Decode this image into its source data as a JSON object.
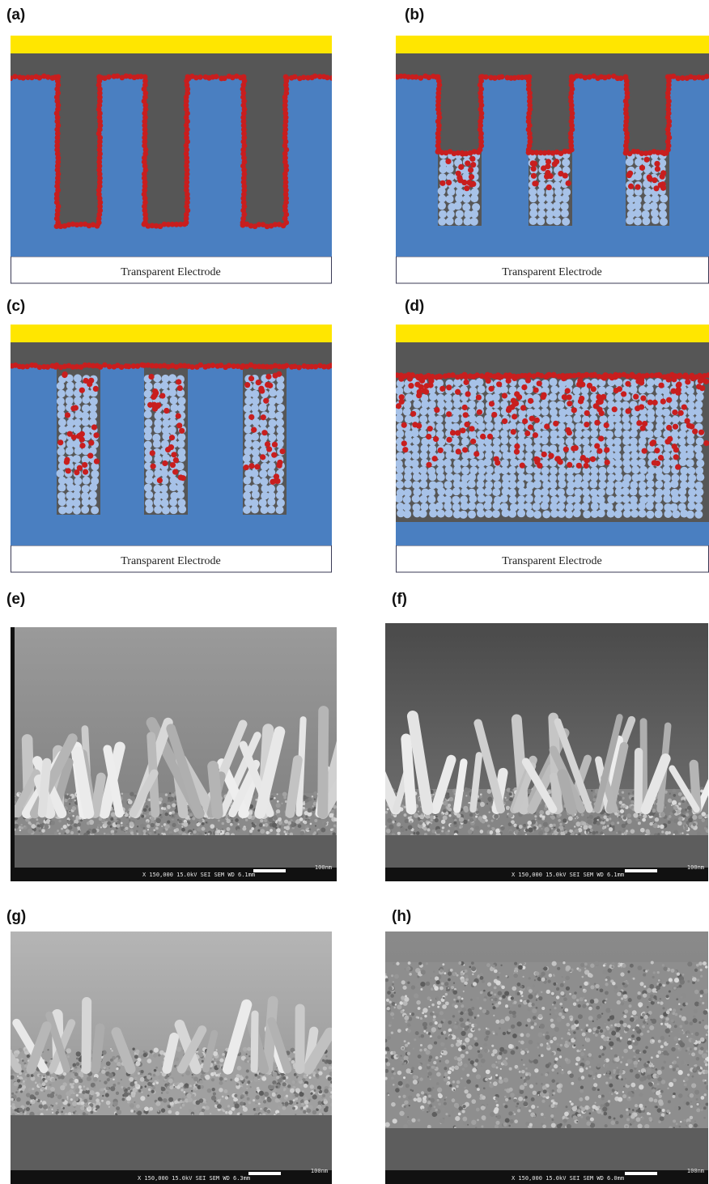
{
  "panels": {
    "a": {
      "label": "(a)",
      "electrode": "Transparent Electrode"
    },
    "b": {
      "label": "(b)",
      "electrode": "Transparent Electrode"
    },
    "c": {
      "label": "(c)",
      "electrode": "Transparent Electrode"
    },
    "d": {
      "label": "(d)",
      "electrode": "Transparent Electrode"
    },
    "e": {
      "label": "(e)",
      "info": "X 150,000    15.0kV SEI    SEM    WD 6.1mm",
      "scale": "100nm"
    },
    "f": {
      "label": "(f)",
      "info": "X 150,000    15.0kV SEI    SEM    WD 6.1mm",
      "scale": "100nm"
    },
    "g": {
      "label": "(g)",
      "info": "X 150,000    15.0kV SEI    SEM    WD 6.3mm",
      "scale": "100nm"
    },
    "h": {
      "label": "(h)",
      "info": "X 150,000    15.0kV SEI    SEM    WD 6.0mm",
      "scale": "100nm"
    }
  },
  "colors": {
    "gold": "#ffe600",
    "polymer": "#565656",
    "oxide": "#4a7fc1",
    "acceptor": "#c81e1e",
    "donor_particle": "#a7c2e8"
  }
}
